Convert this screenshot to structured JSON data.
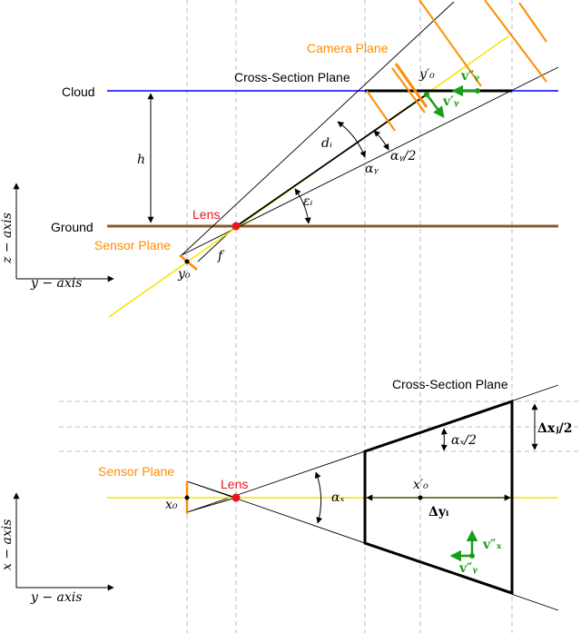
{
  "top": {
    "camera_plane": "Camera Plane",
    "cross_section_plane": "Cross-Section Plane",
    "cloud": "Cloud",
    "ground": "Ground",
    "lens": "Lens",
    "sensor_plane": "Sensor Plane",
    "h": "h",
    "f": "f",
    "y0": "y₀",
    "y0_prime": "y′₀",
    "d_i": "dᵢ",
    "alpha_y": "αᵧ",
    "alpha_y_half": "αᵧ/2",
    "epsilon_i": "εᵢ",
    "v_y_prime": "v′ᵧ",
    "v_y_double_prime": "v″ᵧ",
    "axis_z": "z − axis",
    "axis_y": "y − axis"
  },
  "bottom": {
    "cross_section_plane": "Cross-Section Plane",
    "sensor_plane": "Sensor Plane",
    "lens": "Lens",
    "x0": "x₀",
    "x0_prime": "x′₀",
    "alpha_x": "αₓ",
    "alpha_x_half": "αₓ/2",
    "delta_x_half": "Δxⱼ/2",
    "delta_y": "Δyᵢ",
    "v_x_double_prime": "v″ₓ",
    "v_y_double_prime": "v″ᵧ",
    "axis_x": "x − axis",
    "axis_y": "y − axis"
  },
  "colors": {
    "cloud_line": "#0000ff",
    "ground_line": "#8b5a2b",
    "optical_axis": "#f2e600",
    "camera_plane": "#ff8c00",
    "lens_red": "#e8141b",
    "velocity_green": "#1a9e1a"
  }
}
